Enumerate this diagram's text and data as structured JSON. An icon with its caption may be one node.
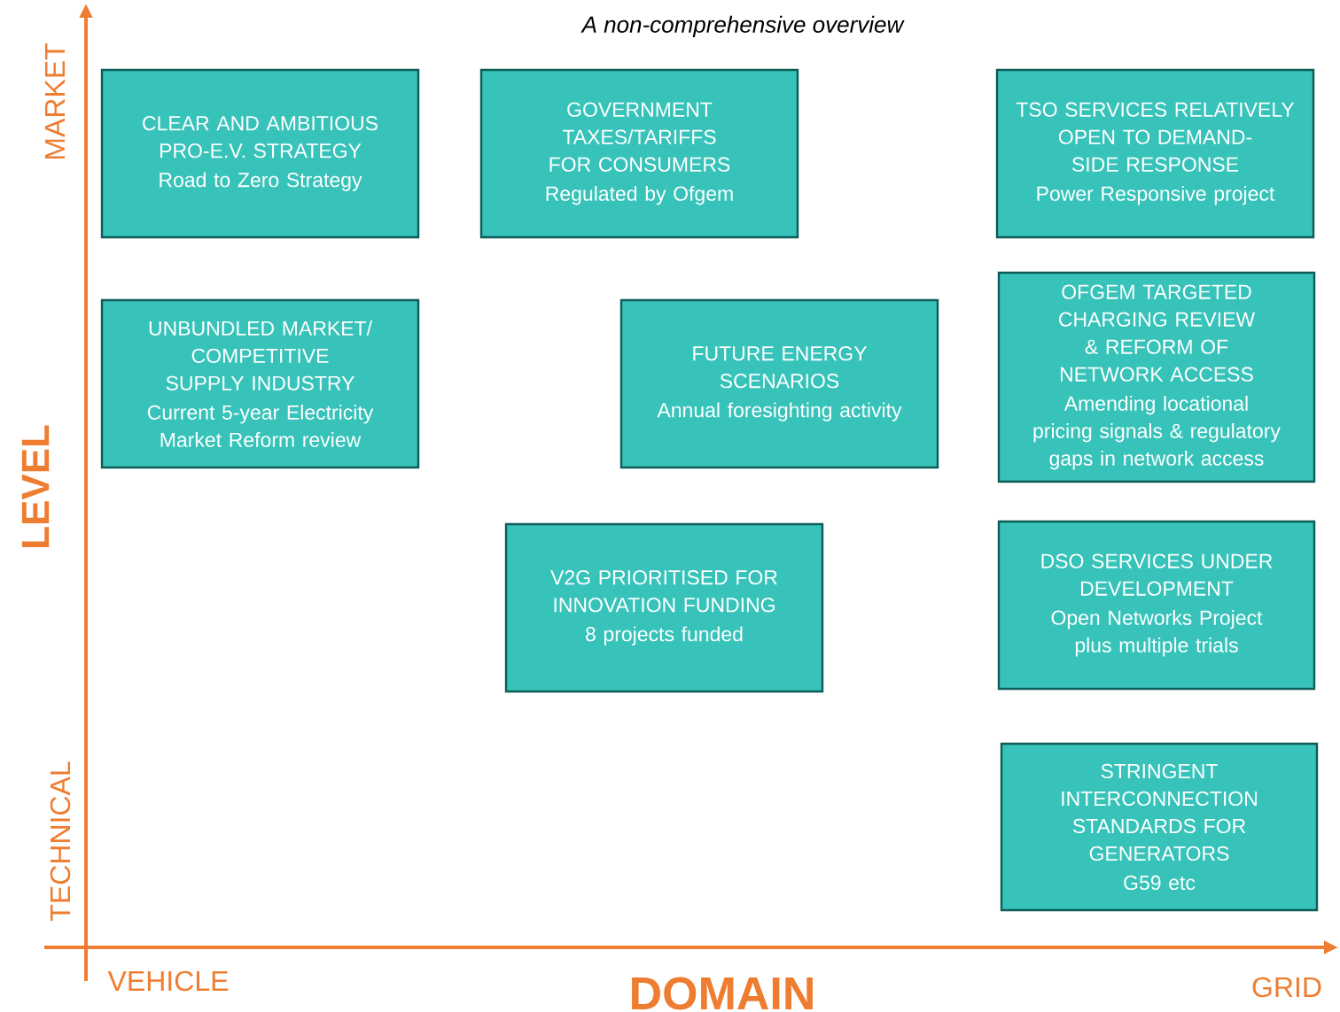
{
  "diagram": {
    "nodes": [
      {
        "text": [
          "CLEAR AND AMBITIOUS PRO-E.V. STRATEGY",
          "Road to Zero Strategy"
        ]
      },
      {
        "text": [
          "GOVERNMENT TAXES/TARIFFS FOR CONSUMERS",
          "Regulated by Ofgem"
        ]
      },
      {
        "text": [
          "TSO SERVICES RELATIVELY OPEN TO DEMAND-SIDE RESPONSE",
          "Power Responsive project"
        ]
      },
      {
        "text": [
          "UNBUNDLED MARKET/ COMPETITIVE SUPPLY INDUSTRY",
          "Current 5-year Electricity Market Reform review"
        ]
      },
      {
        "text": [
          "FUTURE ENERGY SCENARIOS",
          "Annual foresighting activity"
        ]
      },
      {
        "text": [
          "OFGEM TARGETED CHARGING REVIEW & REFORM OF NETWORK ACCESS",
          "Amending locational pricing signals & regulatory gaps in network access"
        ]
      },
      {
        "text": [
          "V2G PRIORITISED FOR INNOVATION FUNDING",
          "8 projects funded"
        ]
      },
      {
        "text": [
          "DSO SERVICES UNDER DEVELOPMENT",
          "Open Networks Project plus multiple trials"
        ]
      },
      {
        "text": [
          "STRINGENT INTERCONNECTION STANDARDS FOR GENERATORS",
          "G59 etc"
        ]
      }
    ],
    "labels": [
      "A non-comprehensive overview",
      "MARKET",
      "LEVEL",
      "TECHNICAL",
      "VEHICLE",
      "DOMAIN",
      "GRID"
    ]
  }
}
